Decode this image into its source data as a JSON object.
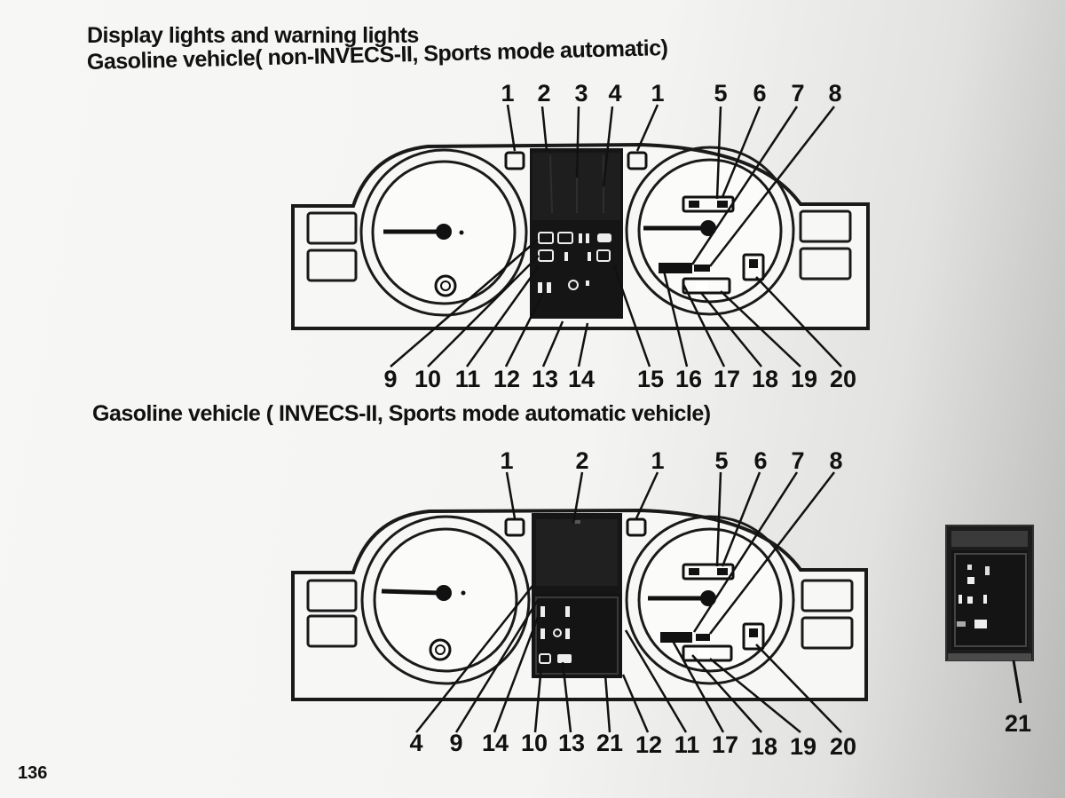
{
  "header": {
    "title": "Display lights and warning lights"
  },
  "diagram_top": {
    "subtitle": "Gasoline vehicle( non-INVECS-II, Sports mode automatic)",
    "callouts": {
      "c1a": "1",
      "c2": "2",
      "c3": "3",
      "c4": "4",
      "c1b": "1",
      "c5": "5",
      "c6": "6",
      "c7": "7",
      "c8": "8",
      "c9": "9",
      "c10": "10",
      "c11": "11",
      "c12": "12",
      "c13": "13",
      "c14": "14",
      "c15": "15",
      "c16": "16",
      "c17": "17",
      "c18": "18",
      "c19": "19",
      "c20": "20"
    }
  },
  "diagram_bottom": {
    "subtitle": "Gasoline vehicle ( INVECS-II, Sports mode automatic vehicle)",
    "callouts": {
      "c1a": "1",
      "c2": "2",
      "c1b": "1",
      "c5": "5",
      "c6": "6",
      "c7": "7",
      "c8": "8",
      "c4": "4",
      "c9": "9",
      "c14": "14",
      "c10": "10",
      "c13": "13",
      "c21": "21",
      "c12": "12",
      "c11": "11",
      "c17": "17",
      "c18": "18",
      "c19": "19",
      "c20": "20"
    }
  },
  "inset": {
    "callout": "21"
  },
  "footer": {
    "page_number": "136"
  }
}
